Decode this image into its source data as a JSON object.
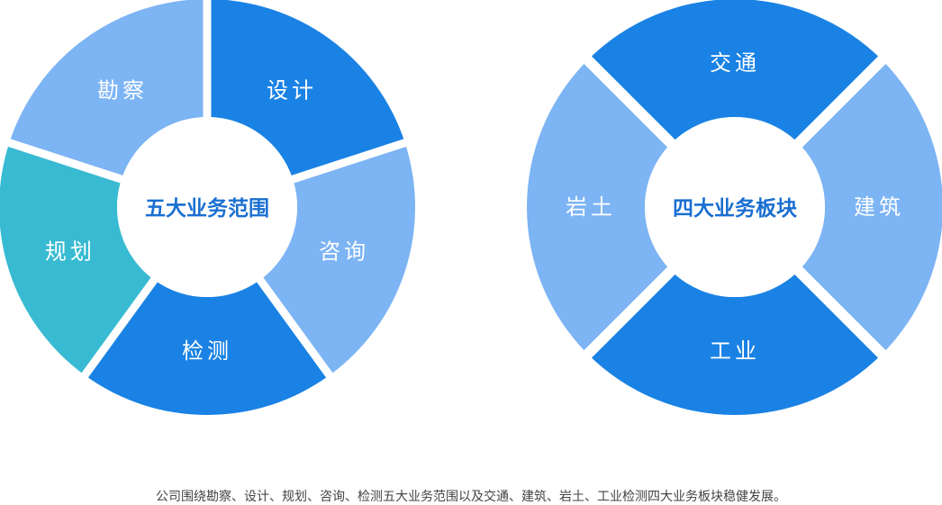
{
  "left_ring": {
    "center_label": "五大业务范围",
    "segments": [
      {
        "label": "设计",
        "color": "#1a82e4"
      },
      {
        "label": "咨询",
        "color": "#7cb4f4"
      },
      {
        "label": "检测",
        "color": "#1a82e4"
      },
      {
        "label": "规划",
        "color": "#38bbd2"
      },
      {
        "label": "勘察",
        "color": "#7cb4f4"
      }
    ]
  },
  "right_ring": {
    "center_label": "四大业务板块",
    "segments": [
      {
        "label": "交通",
        "color": "#1a82e4"
      },
      {
        "label": "建筑",
        "color": "#7cb4f4"
      },
      {
        "label": "工业",
        "color": "#1a82e4"
      },
      {
        "label": "岩土",
        "color": "#7cb4f4"
      }
    ]
  },
  "center_text_color": "#1a6fd1",
  "caption": "公司围绕勘察、设计、规划、咨询、检测五大业务范围以及交通、建筑、岩土、工业检测四大业务板块稳健发展。"
}
